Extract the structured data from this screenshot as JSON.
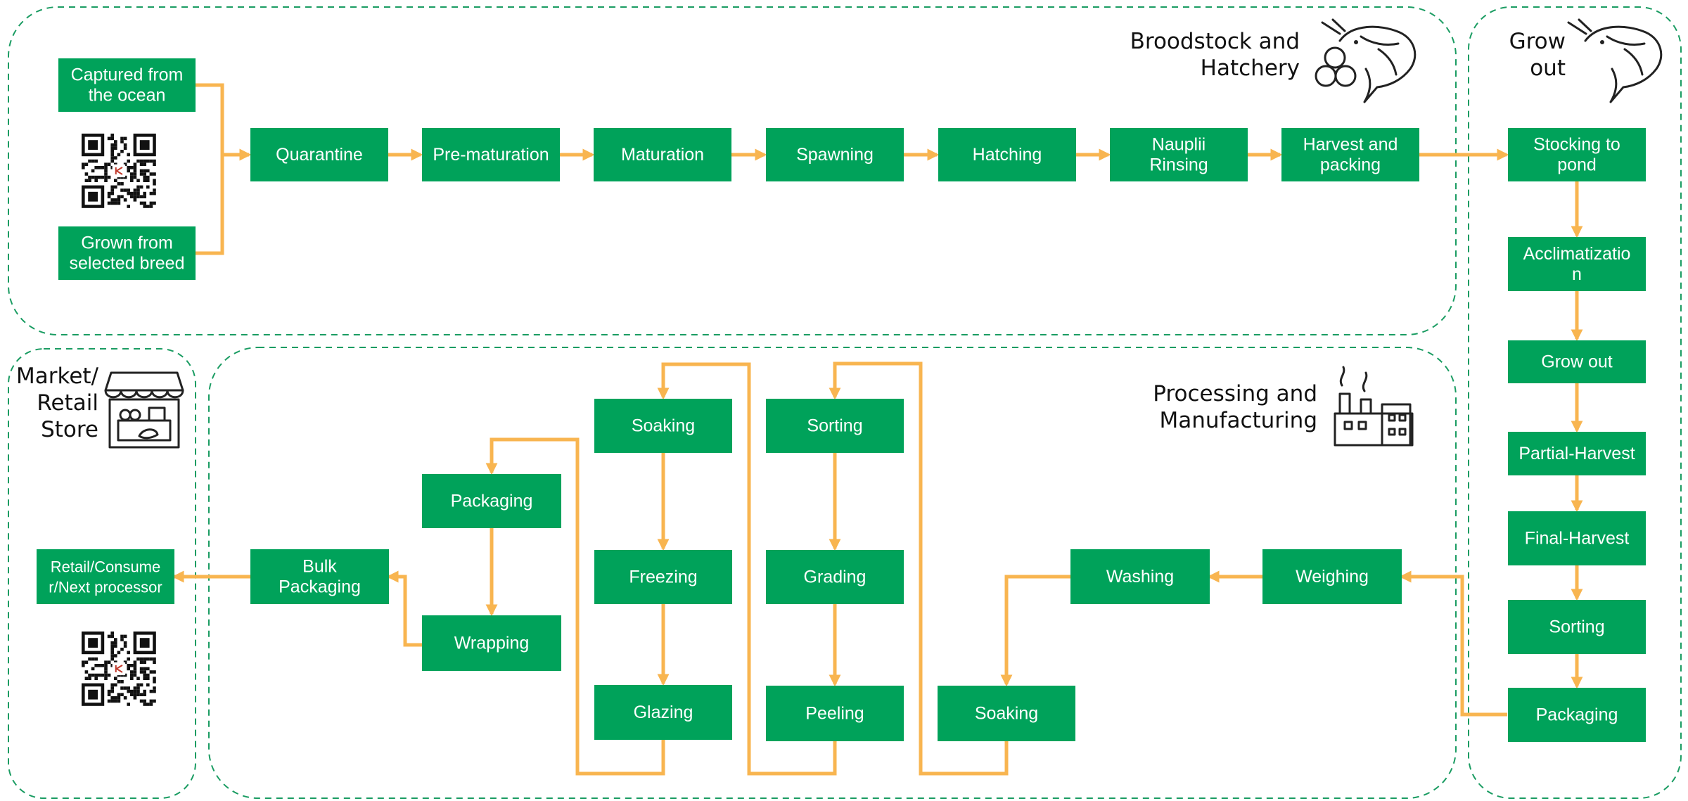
{
  "sections": {
    "broodstock": "Broodstock and\nHatchery",
    "growout": "Grow\nout",
    "processing": "Processing and\nManufacturing",
    "market": "Market/\nRetail\nStore"
  },
  "icons": {
    "shrimp_broodstock": "shrimp-eggs-icon",
    "shrimp_growout": "shrimp-icon",
    "factory": "factory-icon",
    "store": "market-store-icon",
    "qr1": "qr-code-icon",
    "qr2": "qr-code-icon"
  },
  "colors": {
    "box": "#00A25A",
    "arrow": "#F8B550",
    "border": "#1A9C62"
  },
  "steps": {
    "captured": "Captured from\nthe ocean",
    "grown": "Grown from\nselected breed",
    "quarantine": "Quarantine",
    "prematuration": "Pre-maturation",
    "maturation": "Maturation",
    "spawning": "Spawning",
    "hatching": "Hatching",
    "nauplii": "Nauplii\nRinsing",
    "harvest_packing": "Harvest and\npacking",
    "stocking": "Stocking to\npond",
    "acclimatization": "Acclimatizatio\nn",
    "growout": "Grow out",
    "partial_harvest": "Partial-Harvest",
    "final_harvest": "Final-Harvest",
    "sorting_g": "Sorting",
    "packaging_g": "Packaging",
    "weighing": "Weighing",
    "washing": "Washing",
    "soaking2": "Soaking",
    "peeling": "Peeling",
    "grading": "Grading",
    "sorting_p": "Sorting",
    "glazing": "Glazing",
    "freezing": "Freezing",
    "soaking1": "Soaking",
    "packaging_p": "Packaging",
    "wrapping": "Wrapping",
    "bulk": "Bulk\nPackaging",
    "retail": "Retail/Consume\nr/Next processor"
  }
}
